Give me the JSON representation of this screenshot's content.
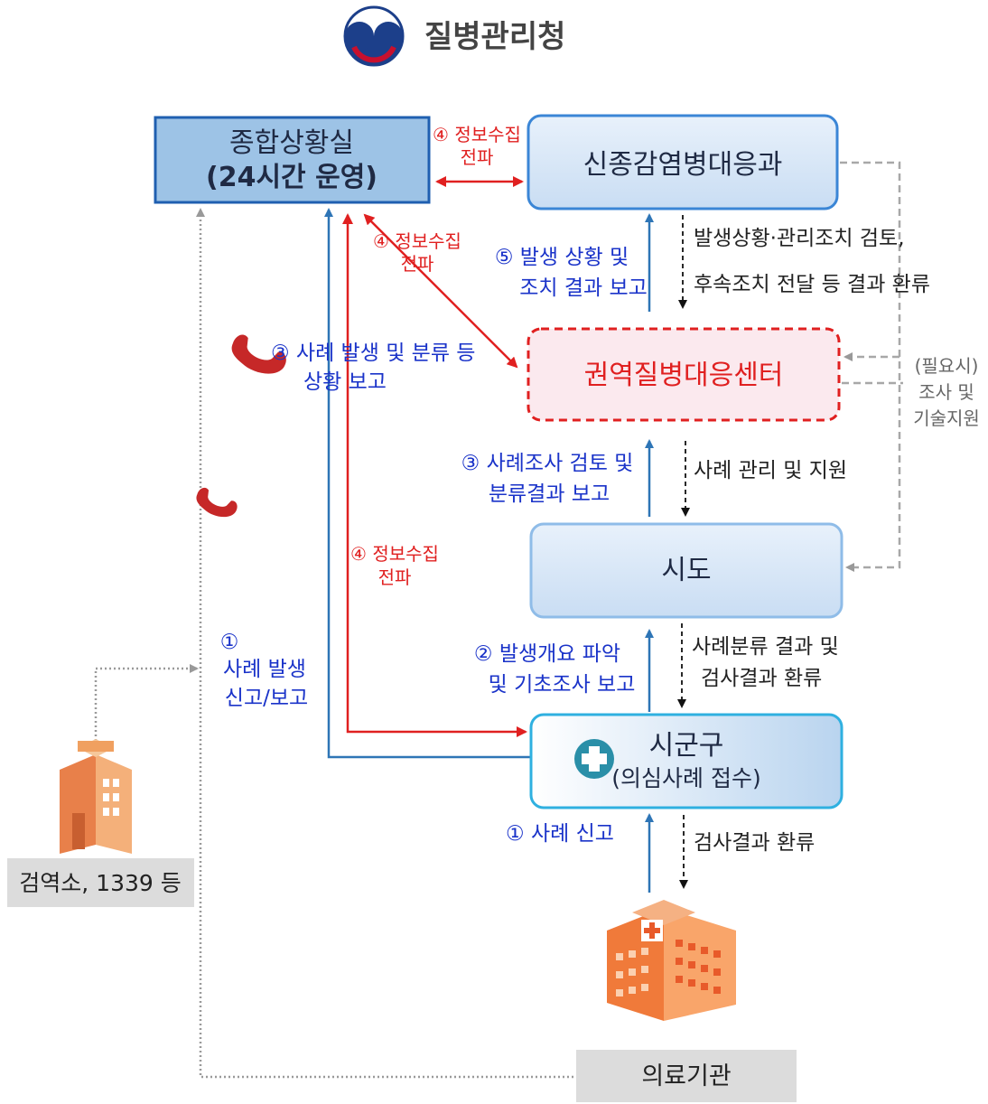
{
  "logo": {
    "org_name": "질병관리청"
  },
  "nodes": {
    "situation_room": {
      "line1": "종합상황실",
      "line2": "(24시간 운영)"
    },
    "new_infection_dept": {
      "label": "신종감염병대응과"
    },
    "regional_center": {
      "label": "권역질병대응센터"
    },
    "sido": {
      "label": "시도"
    },
    "sigungu": {
      "line1": "시군구",
      "line2": "(의심사례 접수)"
    },
    "quarantine": {
      "label": "검역소, 1339 등"
    },
    "medical": {
      "label": "의료기관"
    }
  },
  "edge_labels": {
    "info_share_top": {
      "line1": "④ 정보수집",
      "line2": "전파"
    },
    "info_share_diag": {
      "line1": "④ 정보수집",
      "line2": "전파"
    },
    "info_share_left": {
      "line1": "④ 정보수집",
      "line2": "전파"
    },
    "step5_report": {
      "line1": "⑤ 발생 상황 및",
      "line2": "조치 결과 보고"
    },
    "review_feedback": {
      "line1": "발생상황·관리조치 검토,",
      "line2": "후속조치 전달 등 결과 환류"
    },
    "step3_case_report": {
      "line1": "③ 사례 발생 및 분류 등",
      "line2": "상황 보고"
    },
    "step3_review": {
      "line1": "③ 사례조사 검토 및",
      "line2": "분류결과 보고"
    },
    "case_mgmt": {
      "line1": "사례 관리 및 지원"
    },
    "as_needed": {
      "line1": "(필요시)",
      "line2": "조사 및",
      "line3": "기술지원"
    },
    "step1_report": {
      "line1": "①",
      "line2": "사례 발생",
      "line3": "신고/보고"
    },
    "step2_report": {
      "line1": "② 발생개요 파악",
      "line2": "및 기초조사 보고"
    },
    "classify_feedback": {
      "line1": "사례분류 결과 및",
      "line2": "검사결과 환류"
    },
    "step1_case": {
      "line1": "① 사례 신고"
    },
    "test_feedback": {
      "line1": "검사결과 환류"
    }
  },
  "colors": {
    "report_blue": "#2e75b6",
    "info_red": "#e02020",
    "box_fill": "#dbe8f6",
    "box_border": "#4a90d9",
    "center_red": "#e02020"
  }
}
